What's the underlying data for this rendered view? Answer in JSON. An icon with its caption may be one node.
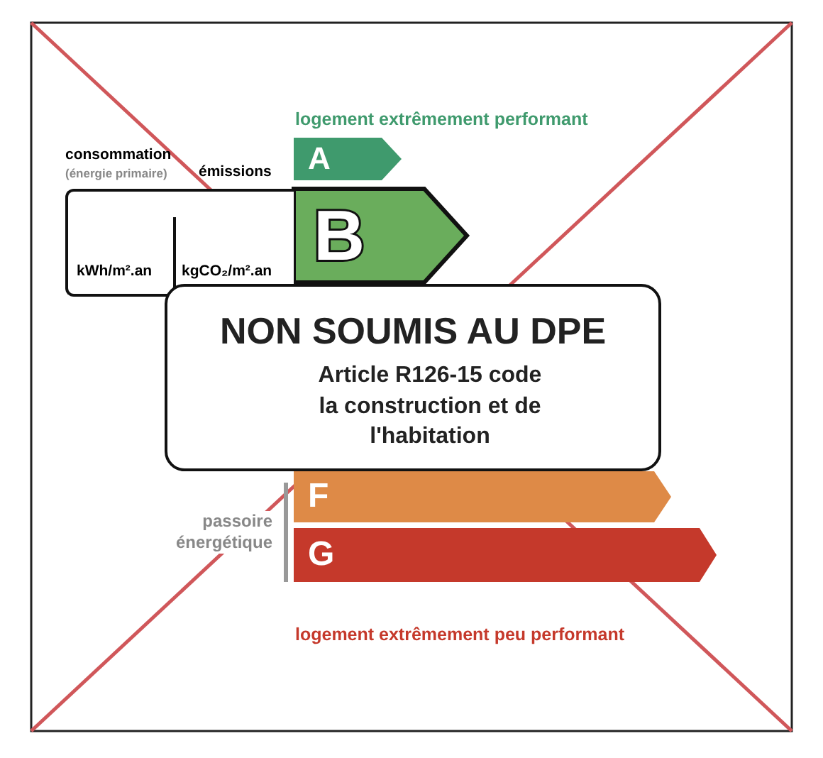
{
  "diagram": {
    "nodes": [
      {
        "text": [
          "A"
        ]
      },
      {
        "text": [
          "B"
        ]
      },
      {
        "text": [
          "F"
        ]
      },
      {
        "text": [
          "G"
        ]
      },
      {
        "text": [
          "kWh/m².an",
          "kgCO₂/m².an"
        ]
      },
      {
        "text": [
          "NON SOUMIS AU DPE",
          "Article R126-15 code la construction et de l'habitation"
        ]
      }
    ],
    "labels": [
      "logement extrêmement performant",
      "consommation",
      "(énergie primaire)",
      "émissions",
      "passoire énergétique",
      "logement extrêmement peu performant"
    ]
  }
}
